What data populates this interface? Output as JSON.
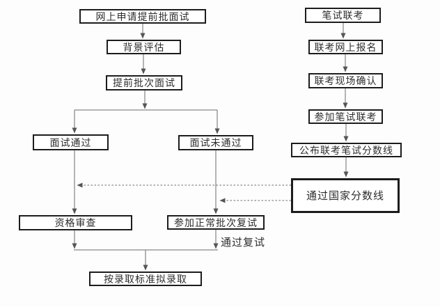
{
  "diagram": {
    "type": "flowchart",
    "background_color": "#fdfdfd",
    "box_border_color": "#1c1c1c",
    "line_color": "#6b6b6b",
    "text_color": "#2d2d2d",
    "left_flow": {
      "nodes": {
        "apply": {
          "label": "网上申请提前批面试"
        },
        "background_eval": {
          "label": "背景评估"
        },
        "early_interview": {
          "label": "提前批次面试"
        },
        "interview_passed": {
          "label": "面试通过"
        },
        "interview_failed": {
          "label": "面试未通过"
        },
        "qualification_review": {
          "label": "资格审查"
        },
        "normal_retest": {
          "label": "参加正常批次复试"
        },
        "final_admission": {
          "label": "按录取标准拟录取"
        }
      },
      "edge_labels": {
        "pass_retest": "通过复试"
      }
    },
    "right_flow": {
      "nodes": {
        "written_exam": {
          "label": "笔试联考"
        },
        "exam_registration": {
          "label": "联考网上报名"
        },
        "exam_confirmation": {
          "label": "联考现场确认"
        },
        "take_exam": {
          "label": "参加笔试联考"
        },
        "announce_scores": {
          "label": "公布联考笔试分数线"
        },
        "pass_national_line": {
          "label": "通过国家分数线"
        }
      }
    }
  }
}
